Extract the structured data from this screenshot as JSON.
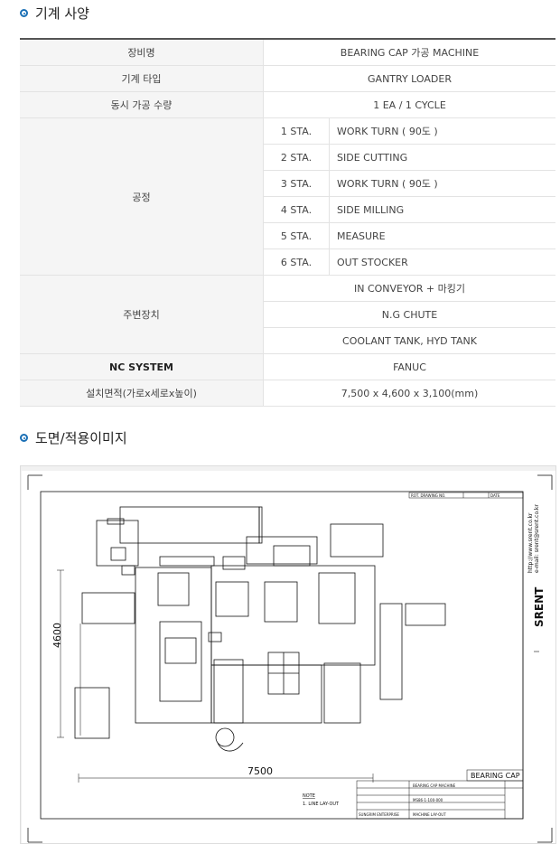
{
  "sections": {
    "spec_title": "기계 사양",
    "drawing_title": "도면/적용이미지"
  },
  "spec": {
    "equipment_label": "장비명",
    "equipment_value": "BEARING CAP 가공 MACHINE",
    "type_label": "기계 타입",
    "type_value": "GANTRY LOADER",
    "qty_label": "동시 가공 수량",
    "qty_value": "1 EA / 1 CYCLE",
    "process_label": "공정",
    "processes": [
      {
        "sta": "1 STA.",
        "name": "WORK TURN ( 90도 )"
      },
      {
        "sta": "2 STA.",
        "name": "SIDE CUTTING"
      },
      {
        "sta": "3 STA.",
        "name": "WORK TURN ( 90도 )"
      },
      {
        "sta": "4 STA.",
        "name": "SIDE MILLING"
      },
      {
        "sta": "5 STA.",
        "name": "MEASURE"
      },
      {
        "sta": "6 STA.",
        "name": "OUT STOCKER"
      }
    ],
    "peripheral_label": "주변장치",
    "peripherals": [
      "IN CONVEYOR + 마킹기",
      "N.G CHUTE",
      "COOLANT TANK, HYD TANK"
    ],
    "nc_label": "NC SYSTEM",
    "nc_value": "FANUC",
    "area_label": "설치면적(가로x세로x높이)",
    "area_value": "7,500 x 4,600 x 3,100(mm)"
  },
  "drawing": {
    "dim_width": "7500",
    "dim_height": "4600",
    "title_block": "BEARING CAP",
    "note": "NOTE",
    "note_line": "1. LINE LAY-OUT",
    "brand": "SRENT",
    "website": "http://www.srent.co.kr",
    "email": "e-mail: srent@srent.co.kr",
    "company": "SUNGRIM ENTERPRISE",
    "tb_machine": "BEARING CAP MACHINE",
    "tb_drawing_no": "MS86-1-100-000",
    "tb_layout": "MACHINE LAY-OUT",
    "header_drawing_no": "ROT. DRAWING NO.",
    "header_date": "DATE"
  },
  "colors": {
    "accent": "#1a6fb5",
    "header_rule": "#555555",
    "label_bg": "#f5f5f5"
  }
}
